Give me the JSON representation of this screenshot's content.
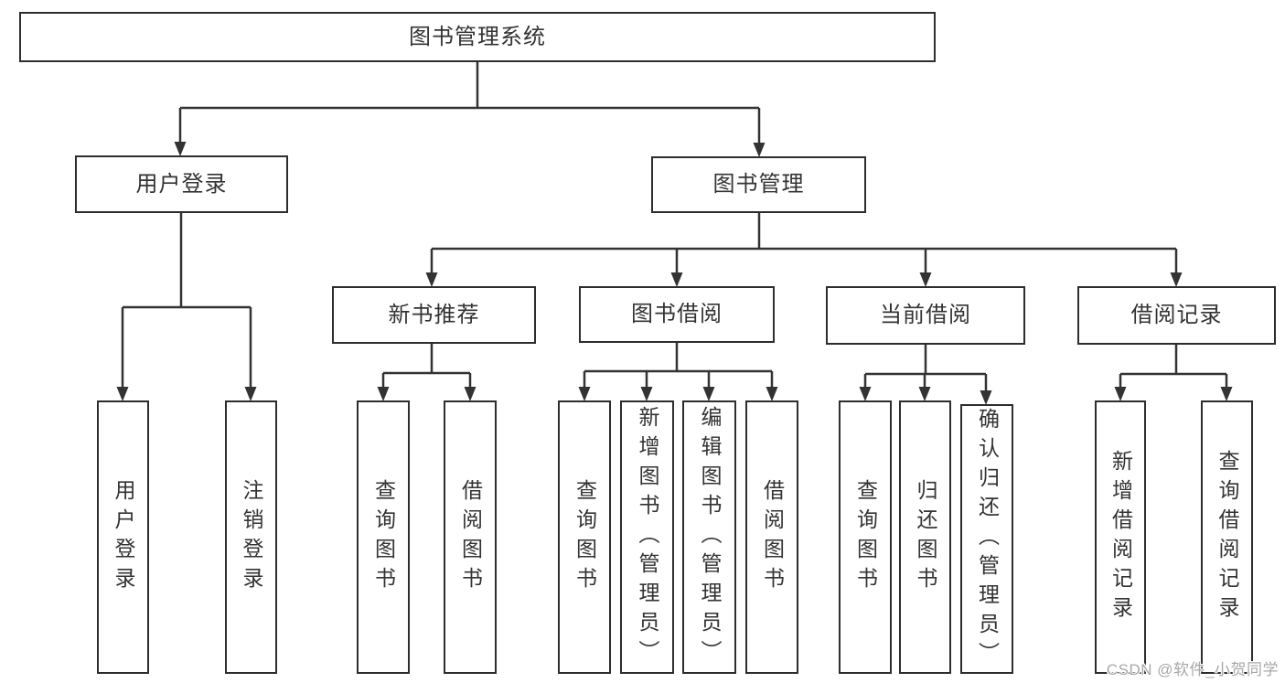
{
  "diagram": {
    "root": {
      "label": "图书管理系统"
    },
    "branches": [
      {
        "label": "用户登录"
      },
      {
        "label": "图书管理"
      }
    ],
    "modules": [
      {
        "label": "新书推荐"
      },
      {
        "label": "图书借阅"
      },
      {
        "label": "当前借阅"
      },
      {
        "label": "借阅记录"
      }
    ],
    "leaves": {
      "user_login": [
        {
          "label": "用户登录"
        },
        {
          "label": "注销登录"
        }
      ],
      "new_book": [
        {
          "label": "查询图书"
        },
        {
          "label": "借阅图书"
        }
      ],
      "book_borrow": [
        {
          "label": "查询图书"
        },
        {
          "label": "新增图书（管理员）"
        },
        {
          "label": "编辑图书（管理员）"
        },
        {
          "label": "借阅图书"
        }
      ],
      "current_borrow": [
        {
          "label": "查询图书"
        },
        {
          "label": "归还图书"
        },
        {
          "label": "确认归还（管理员）"
        }
      ],
      "borrow_records": [
        {
          "label": "新增借阅记录"
        },
        {
          "label": "查询借阅记录"
        }
      ]
    }
  },
  "watermark": {
    "text": "CSDN @软件_小贺同学"
  },
  "colors": {
    "line": "#333333",
    "box_border": "#2d2d2d",
    "text": "#333333",
    "watermark_text": "#a8a8a8",
    "background": "#ffffff"
  }
}
